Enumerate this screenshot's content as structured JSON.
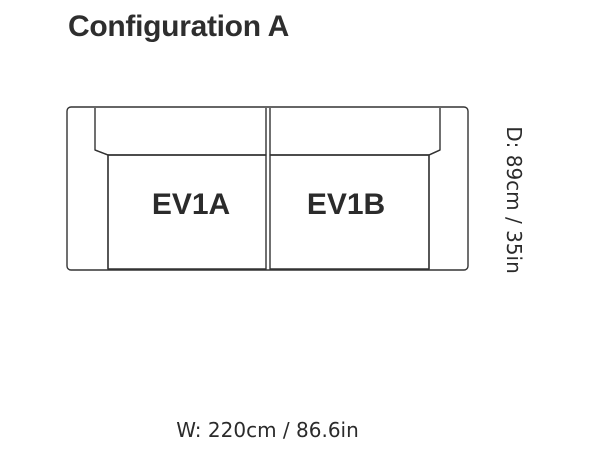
{
  "title": "Configuration A",
  "modules": [
    {
      "label": "EV1A"
    },
    {
      "label": "EV1B"
    }
  ],
  "dimensions": {
    "depth": "D: 89cm / 35in",
    "width": "W: 220cm / 86.6in"
  }
}
